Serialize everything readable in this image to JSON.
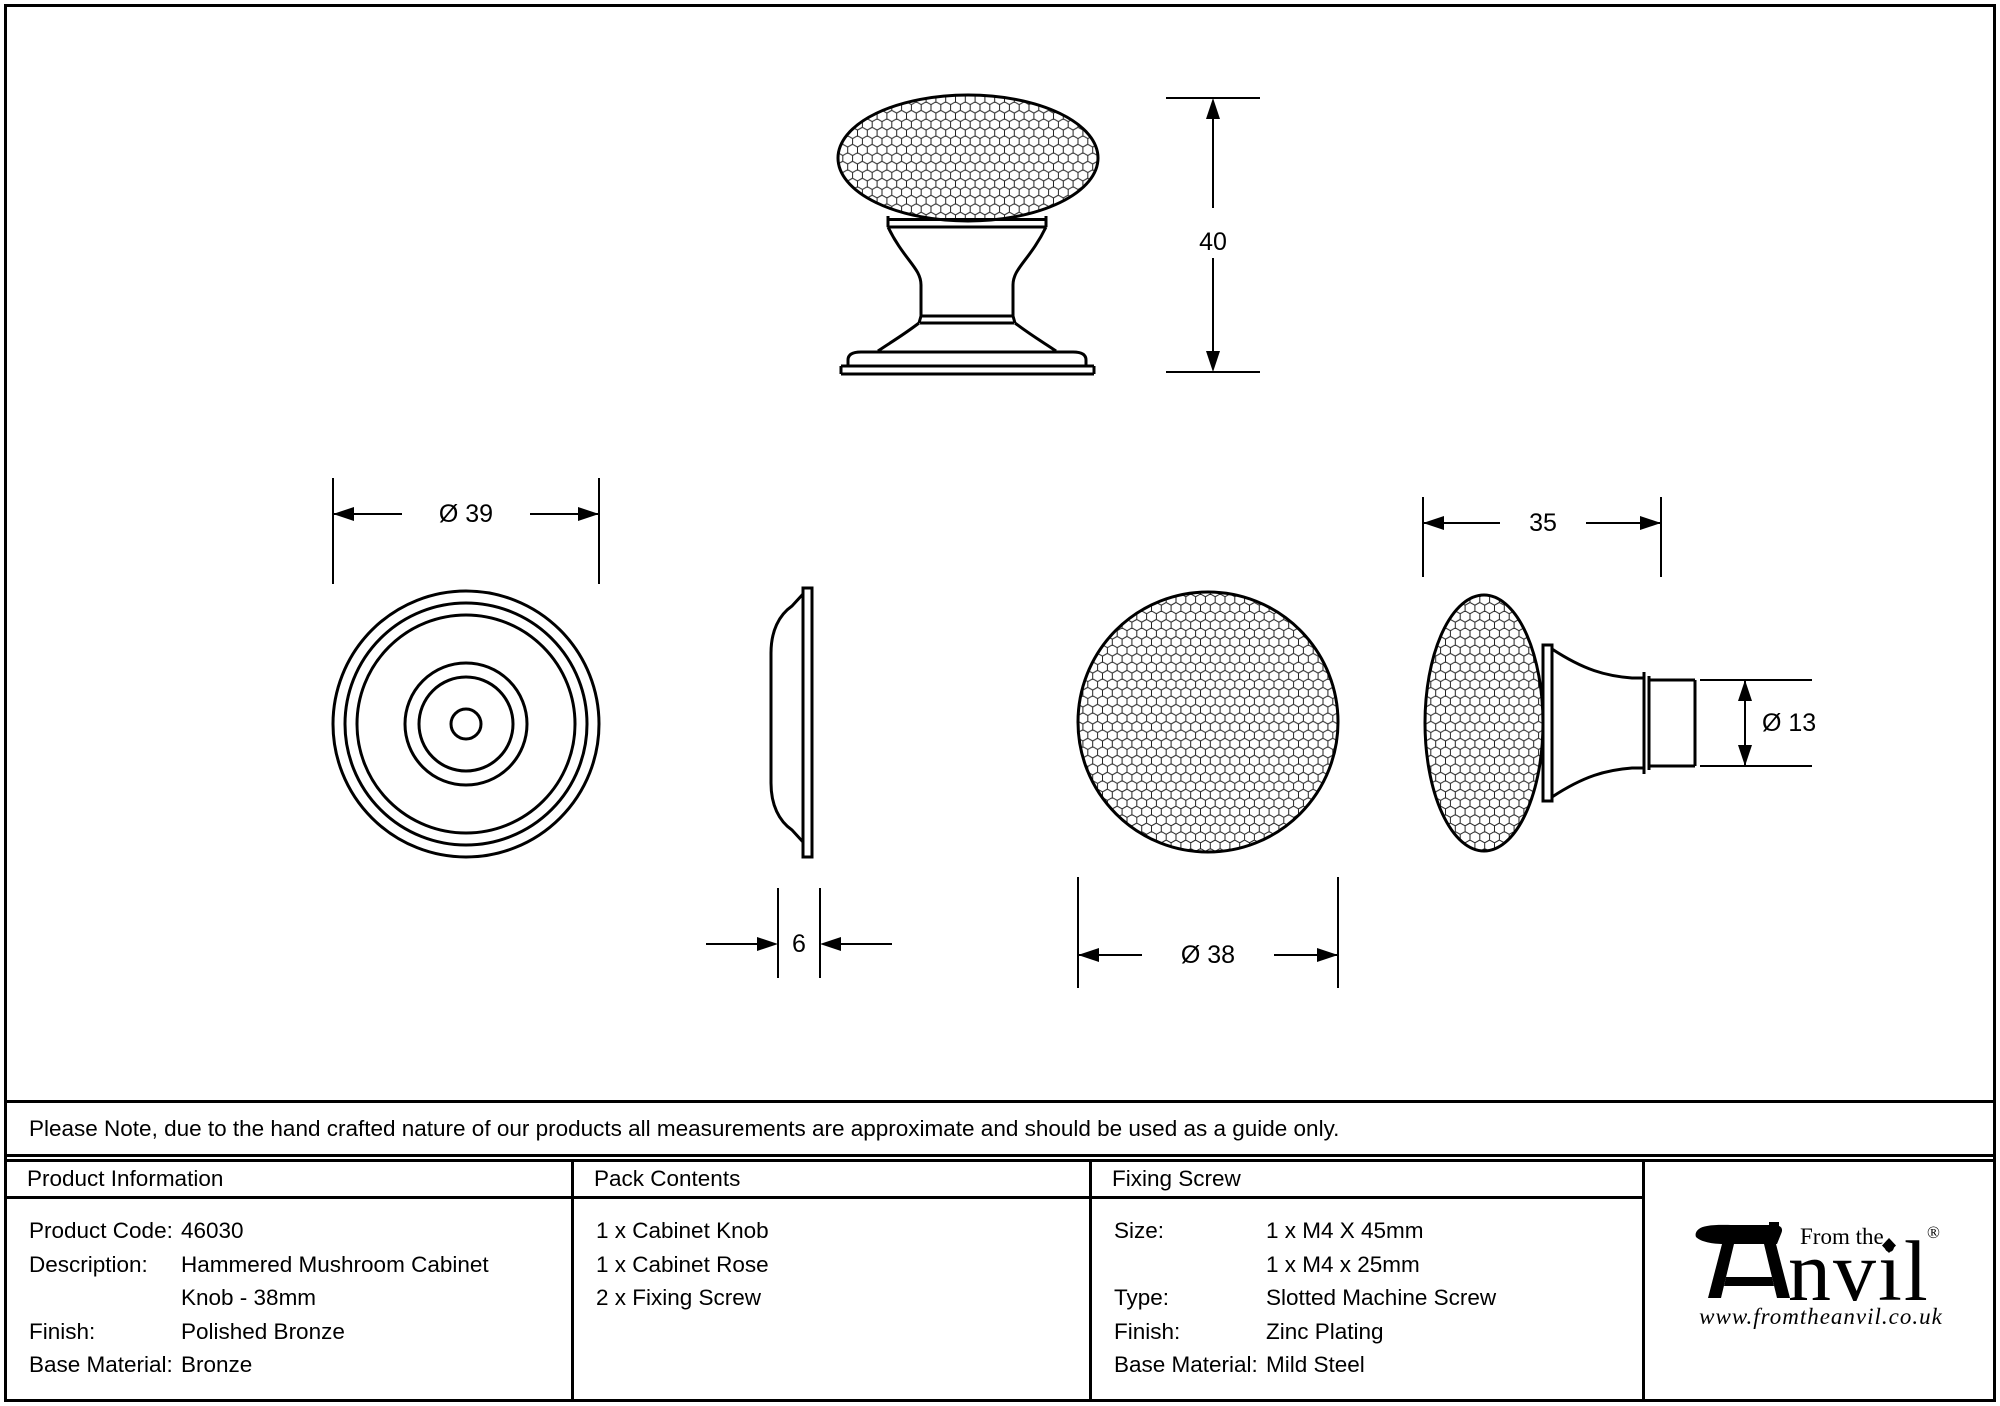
{
  "note": "Please Note, due to the hand crafted nature of our products all measurements are approximate and should be used as a guide only.",
  "dimensions": {
    "height": "40",
    "rose_diameter": "Ø 39",
    "rose_depth": "6",
    "knob_diameter": "Ø 38",
    "projection": "35",
    "stem_diameter": "Ø 13"
  },
  "table": {
    "product_information": {
      "header": "Product Information",
      "rows": [
        {
          "key": "Product Code:",
          "value": "46030"
        },
        {
          "key": "Description:",
          "value": "Hammered Mushroom Cabinet"
        },
        {
          "key": "",
          "value": "Knob - 38mm"
        },
        {
          "key": "Finish:",
          "value": "Polished Bronze"
        },
        {
          "key": "Base Material:",
          "value": "Bronze"
        }
      ]
    },
    "pack_contents": {
      "header": "Pack Contents",
      "items": [
        "1 x Cabinet Knob",
        "1 x Cabinet Rose",
        "2 x Fixing Screw"
      ]
    },
    "fixing_screw": {
      "header": "Fixing Screw",
      "rows": [
        {
          "key": "Size:",
          "value": "1 x M4 X 45mm"
        },
        {
          "key": "",
          "value": "1 x M4 x 25mm"
        },
        {
          "key": "Type:",
          "value": "Slotted Machine Screw"
        },
        {
          "key": "Finish:",
          "value": "Zinc Plating"
        },
        {
          "key": "Base Material:",
          "value": "Mild Steel"
        }
      ]
    }
  },
  "logo": {
    "tagline": "From the",
    "brand": "Anvil",
    "brand_suffix": "nvil",
    "registered": "®",
    "url": "www.fromtheanvil.co.uk"
  },
  "colors": {
    "line": "#000000",
    "background": "#ffffff"
  }
}
